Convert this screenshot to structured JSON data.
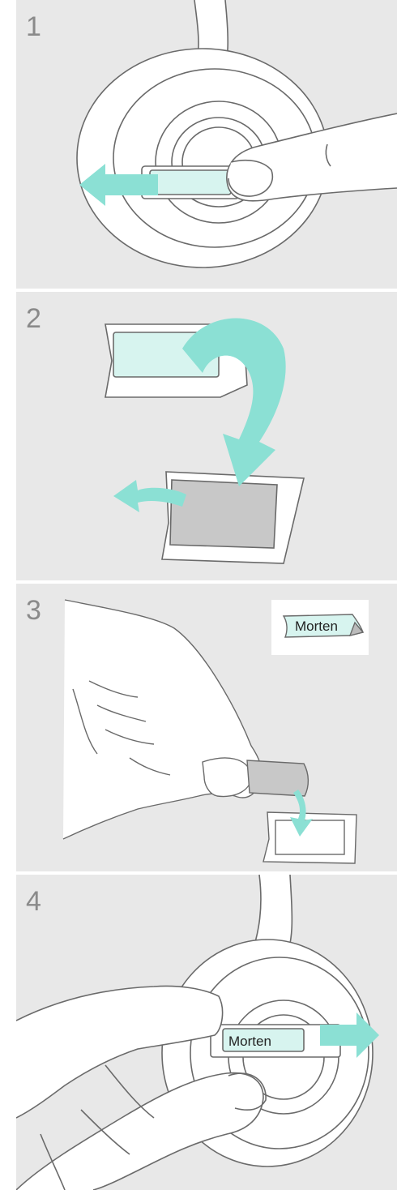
{
  "steps": [
    {
      "number": "1"
    },
    {
      "number": "2"
    },
    {
      "number": "3",
      "sticker_text": "Morten"
    },
    {
      "number": "4",
      "label_text": "Morten"
    }
  ],
  "colors": {
    "panel_bg": "#e8e8e8",
    "accent": "#8be0d4",
    "line": "#6a6a6a",
    "white": "#ffffff",
    "grey_fill": "#c8c8c8"
  }
}
